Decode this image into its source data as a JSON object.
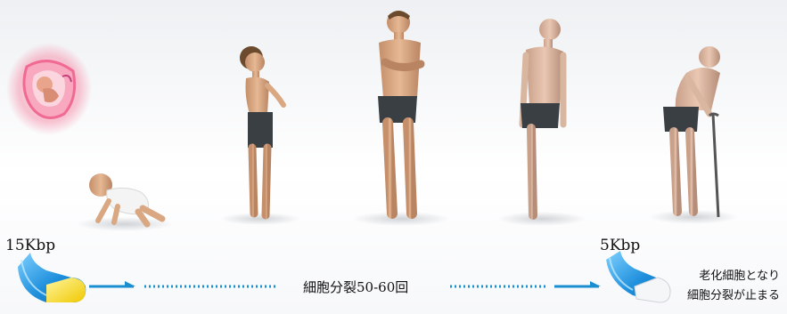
{
  "start_length": "15Kbp",
  "end_length": "5Kbp",
  "division_caption": "細胞分裂50-60回",
  "end_note": {
    "line1": "老化細胞となり",
    "line2": "細胞分裂が止まる"
  },
  "stages": [
    "fetus",
    "crawling-baby",
    "child",
    "adult-man",
    "older-man",
    "elderly-man-with-cane"
  ],
  "colors": {
    "arrow": "#1a8fd0",
    "telomere_blue": "#2a9be0",
    "telomere_yellow": "#f5d400",
    "skin": "#d9a882",
    "shorts": "#3a3f44"
  }
}
